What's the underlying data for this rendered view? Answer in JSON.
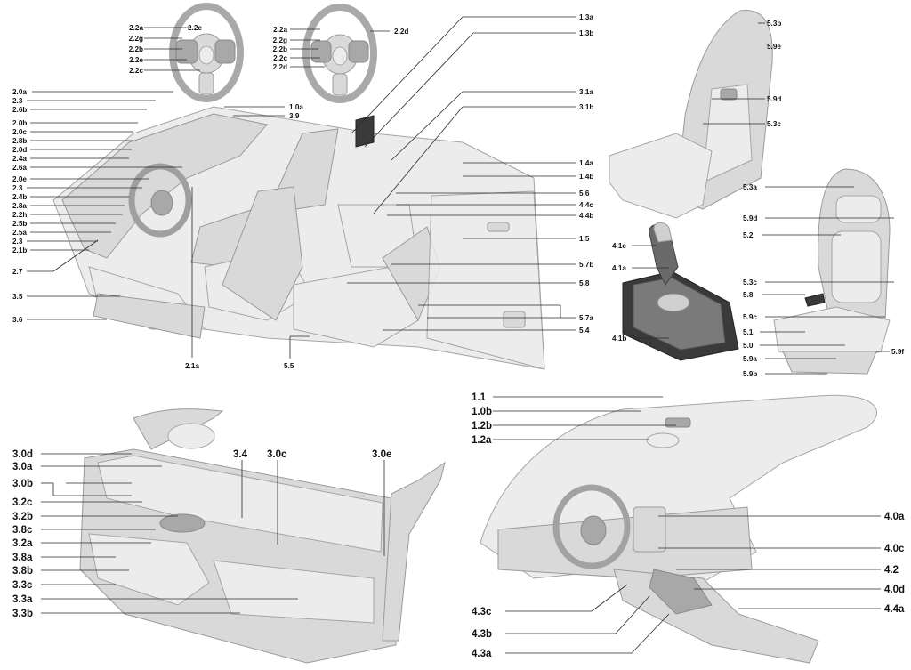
{
  "labels": {
    "sw1": [
      "2.2a",
      "2.2g",
      "2.2b",
      "2.2e",
      "2.2c",
      "2.2e"
    ],
    "sw2": [
      "2.2a",
      "2.2g",
      "2.2b",
      "2.2c",
      "2.2d",
      "2.2d"
    ],
    "cockpit_left": [
      "2.0a",
      "2.3",
      "2.6b",
      "2.0b",
      "2.0c",
      "2.8b",
      "2.0d",
      "2.4a",
      "2.6a",
      "2.0e",
      "2.3",
      "2.4b",
      "2.8a",
      "2.2h",
      "2.5b",
      "2.5a",
      "2.3",
      "2.1b",
      "2.7",
      "3.5",
      "3.6"
    ],
    "cockpit_top": [
      "1.0a",
      "3.9"
    ],
    "cockpit_right": [
      "1.3a",
      "1.3b",
      "3.1a",
      "3.1b",
      "1.4a",
      "1.4b",
      "5.6",
      "4.4c",
      "4.4b",
      "1.5",
      "5.7b",
      "5.8",
      "5.7a",
      "5.4"
    ],
    "cockpit_bottom": [
      "2.1a",
      "5.5"
    ],
    "seat_top": [
      "5.3b",
      "5.9e",
      "5.9d",
      "5.3c"
    ],
    "seat_right": [
      "5.3a",
      "5.9d",
      "5.2",
      "5.3c",
      "5.8",
      "5.9c",
      "5.1",
      "5.0",
      "5.9a",
      "5.9b",
      "5.9f"
    ],
    "shifter": [
      "4.1c",
      "4.1a",
      "4.1b"
    ],
    "door_left": [
      "3.0d",
      "3.0a",
      "3.0b",
      "3.2c",
      "3.2b",
      "3.8c",
      "3.2a",
      "3.8a",
      "3.8b",
      "3.3c",
      "3.3a",
      "3.3b"
    ],
    "door_top": [
      "3.4",
      "3.0c",
      "3.0e"
    ],
    "dash_top": [
      "1.1",
      "1.0b",
      "1.2b",
      "1.2a"
    ],
    "dash_right": [
      "4.0a",
      "4.0c",
      "4.2",
      "4.0d",
      "4.4a"
    ],
    "dash_bottom": [
      "4.3c",
      "4.3b",
      "4.3a"
    ]
  }
}
